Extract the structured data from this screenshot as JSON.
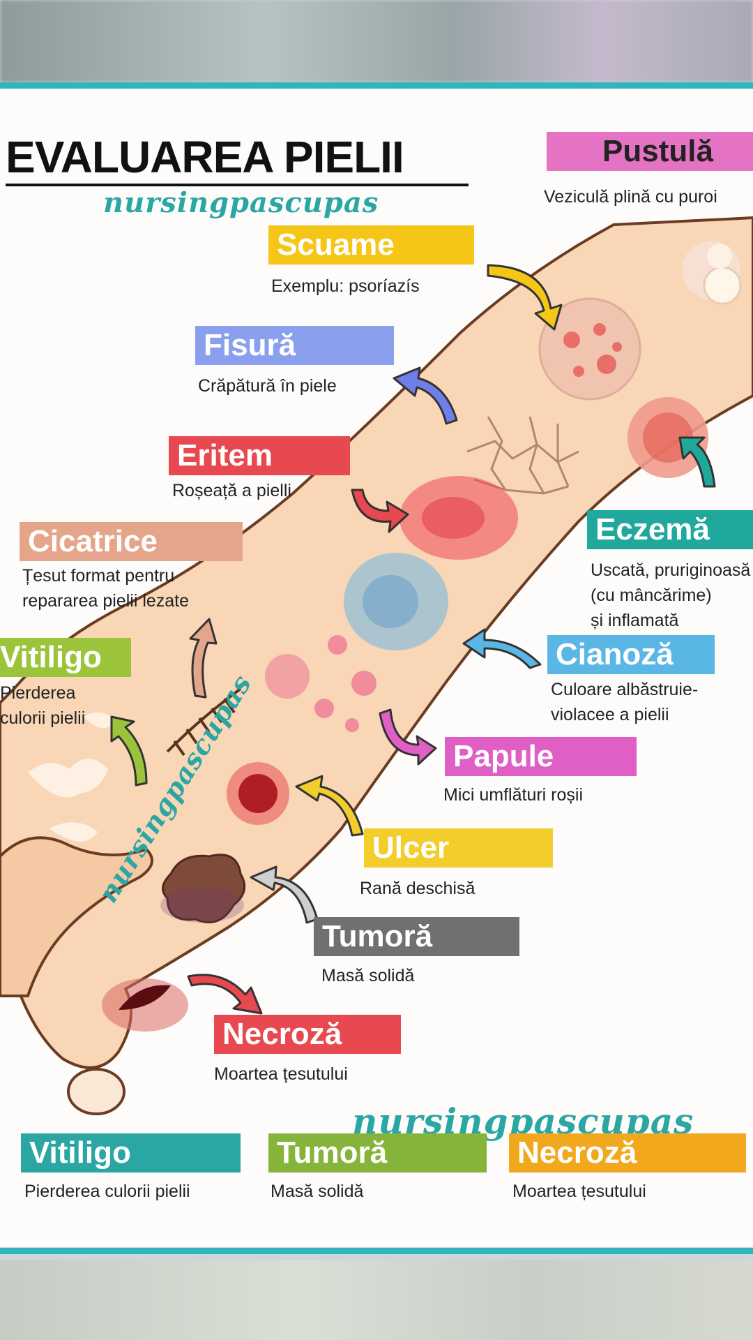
{
  "title": "EVALUAREA PIELII",
  "watermark": "nursingpascupas",
  "labels": [
    {
      "key": "pustula",
      "name": "Pustulă",
      "desc": [
        "Veziculă plină cu puroi"
      ],
      "color": "#e573c4"
    },
    {
      "key": "scuame",
      "name": "Scuame",
      "desc": [
        "Exemplu: psoríazís"
      ],
      "color": "#f5c518"
    },
    {
      "key": "fisura",
      "name": "Fisură",
      "desc": [
        "Crăpătură în piele"
      ],
      "color": "#8aa0ee"
    },
    {
      "key": "eritem",
      "name": "Eritem",
      "desc": [
        "Roșeață a pielli"
      ],
      "color": "#e8484f"
    },
    {
      "key": "cicatrice",
      "name": "Cicatrice",
      "desc": [
        "Țesut format pentru",
        "repararea pielii lezate"
      ],
      "color": "#e4a58a"
    },
    {
      "key": "eczema",
      "name": "Eczemă",
      "desc": [
        "Uscată, pruriginoasă",
        "(cu mâncărime)",
        "și inflamată"
      ],
      "color": "#1fa89b"
    },
    {
      "key": "vitiligo_side",
      "name": "Vitiligo",
      "desc": [
        "Pierderea",
        "culorii pielii"
      ],
      "color": "#9cc43b"
    },
    {
      "key": "cianoza",
      "name": "Cianoză",
      "desc": [
        "Culoare albăstruie-",
        "violacee a pielii"
      ],
      "color": "#5ab7e5"
    },
    {
      "key": "papule",
      "name": "Papule",
      "desc": [
        "Mici umflături roșii"
      ],
      "color": "#e05fc5"
    },
    {
      "key": "ulcer",
      "name": "Ulcer",
      "desc": [
        "Rană deschisă"
      ],
      "color": "#f2cd2c"
    },
    {
      "key": "tumora",
      "name": "Tumoră",
      "desc": [
        "Masă solidă"
      ],
      "color": "#707070"
    },
    {
      "key": "necroza",
      "name": "Necroză",
      "desc": [
        "Moartea țesutului"
      ],
      "color": "#e8484f"
    }
  ],
  "bottom_row": [
    {
      "name": "Vitiligo",
      "desc": "Pierderea culorii pielii",
      "color": "#2aa7a3"
    },
    {
      "name": "Tumoră",
      "desc": "Masă solidă",
      "color": "#86b33a"
    },
    {
      "name": "Necroză",
      "desc": "Moartea țesutului",
      "color": "#f2a81d"
    }
  ]
}
